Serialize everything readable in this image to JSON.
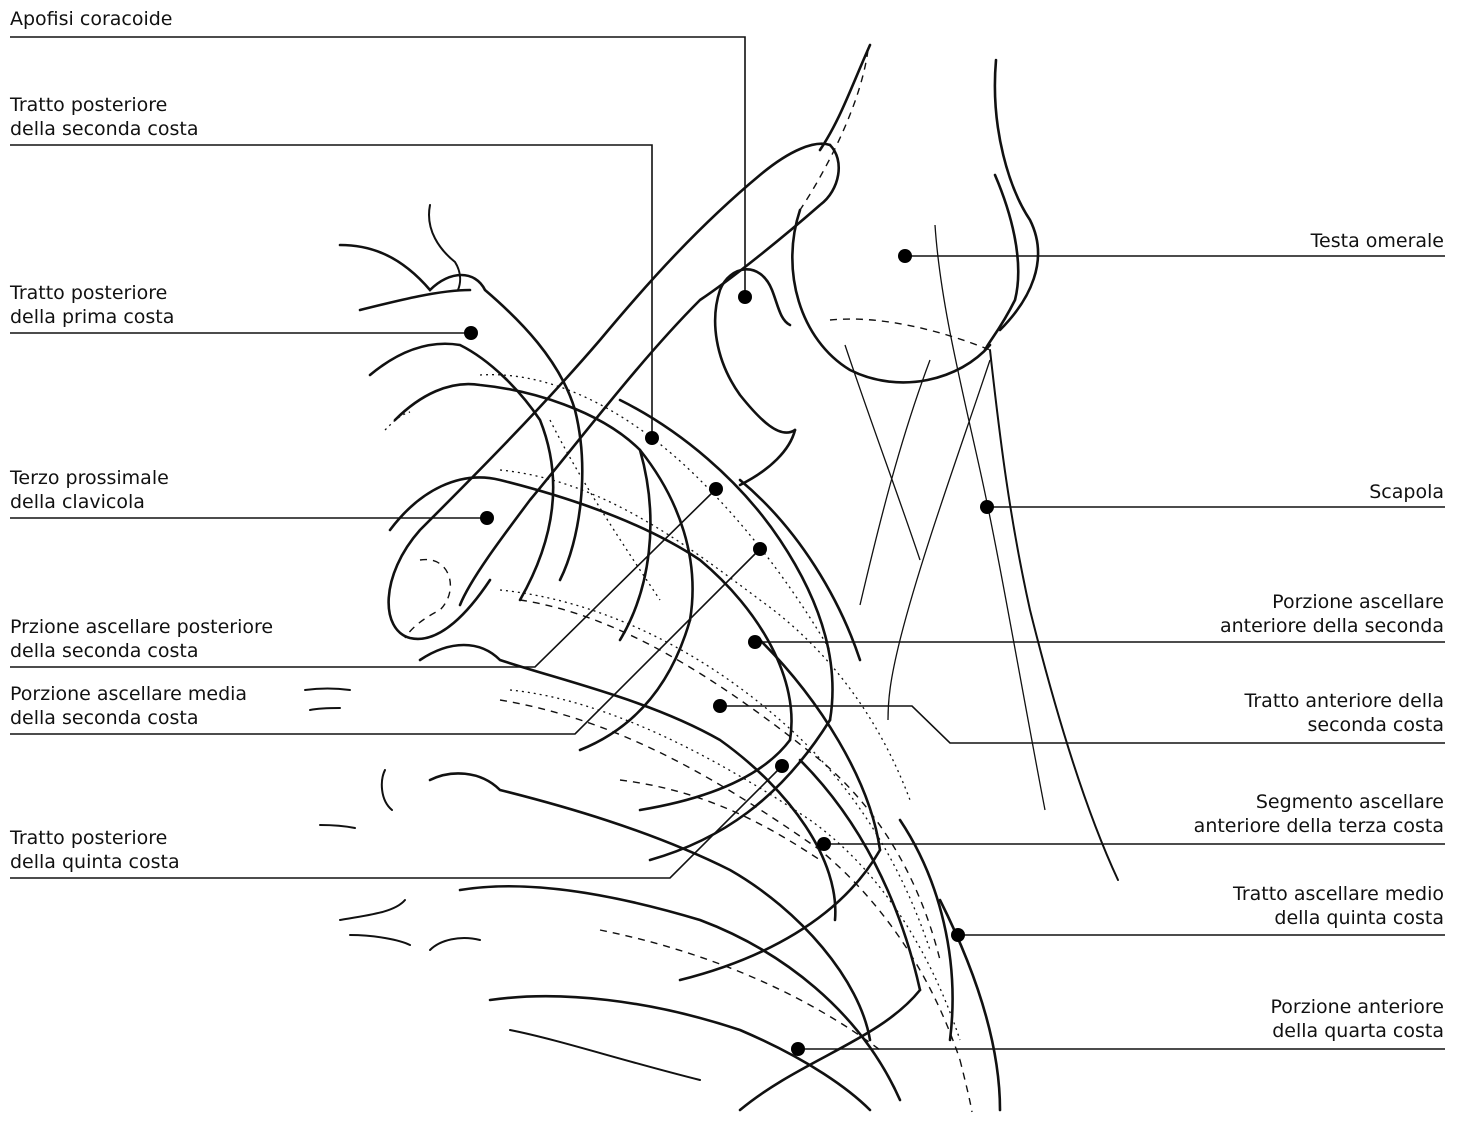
{
  "labels": {
    "apofisi_coracoide": [
      "Apofisi coracoide"
    ],
    "tratto_post_seconda": [
      "Tratto posteriore",
      "della seconda costa"
    ],
    "tratto_post_prima": [
      "Tratto posteriore",
      "della prima costa"
    ],
    "terzo_prossimale": [
      "Terzo prossimale",
      "della clavicola"
    ],
    "przione_post_seconda": [
      "Przione ascellare posteriore",
      "della seconda costa"
    ],
    "porzione_media_seconda": [
      "Porzione ascellare media",
      "della seconda costa"
    ],
    "tratto_post_quinta": [
      "Tratto posteriore",
      "della quinta costa"
    ],
    "testa_omerale": [
      "Testa omerale"
    ],
    "scapola": [
      "Scapola"
    ],
    "porzione_ant_seconda": [
      "Porzione ascellare",
      "anteriore della seconda"
    ],
    "tratto_ant_seconda": [
      "Tratto anteriore della",
      "seconda costa"
    ],
    "segmento_ant_terza": [
      "Segmento ascellare",
      "anteriore della terza costa"
    ],
    "tratto_medio_quinta": [
      "Tratto ascellare medio",
      "della quinta costa"
    ],
    "porzione_ant_quarta": [
      "Porzione anteriore",
      "della quarta costa"
    ]
  }
}
